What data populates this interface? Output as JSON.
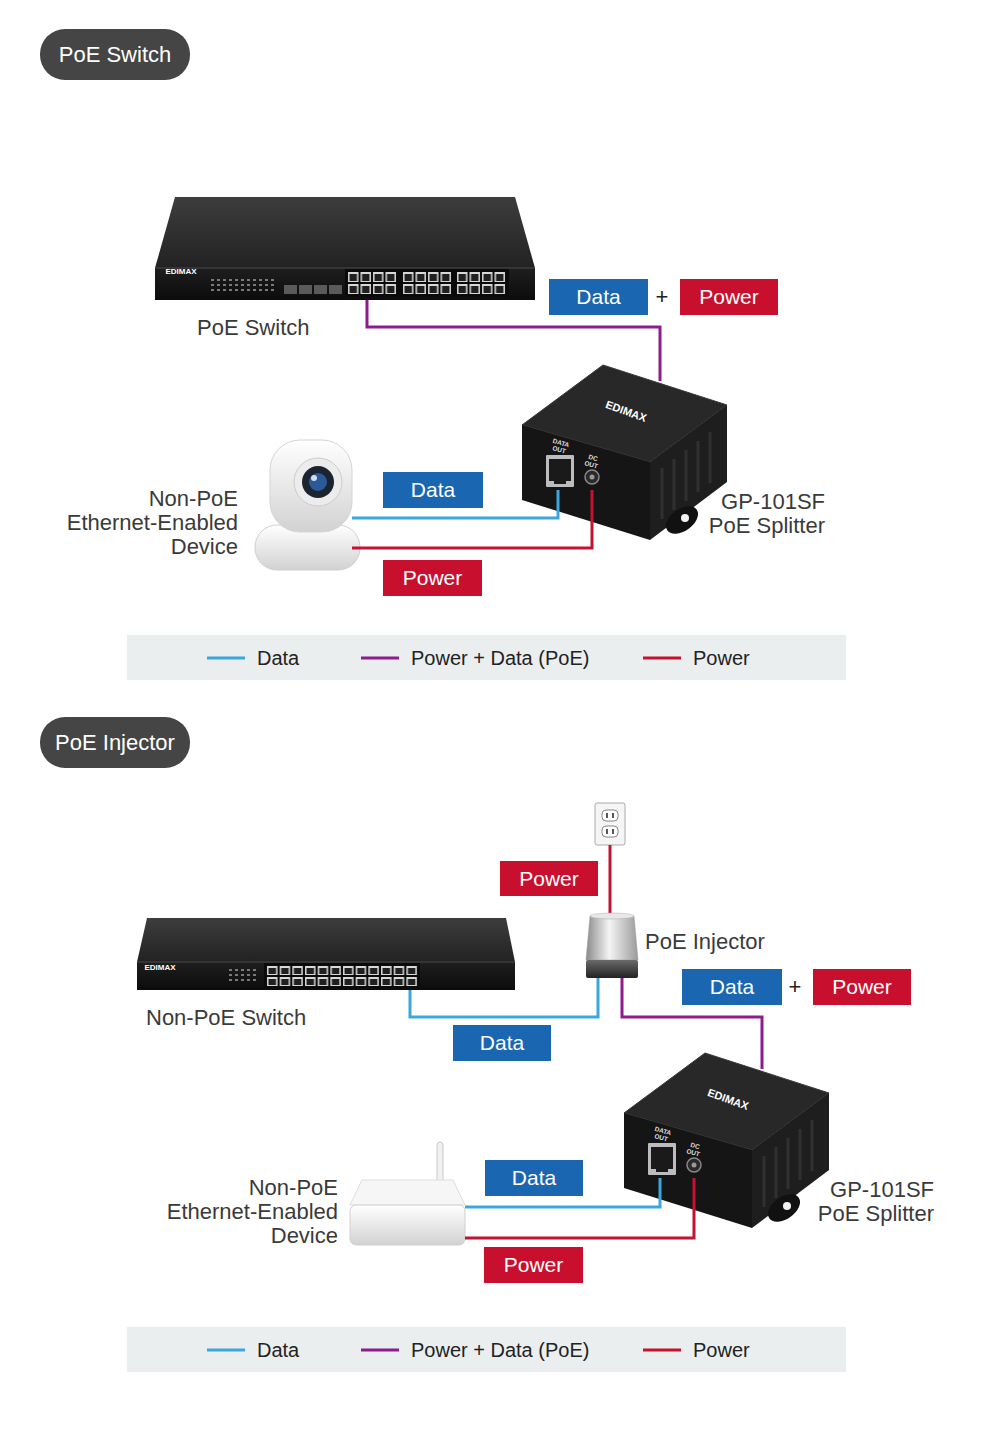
{
  "diagram": {
    "nodes": [
      {
        "text": [
          "PoE Switch"
        ]
      },
      {
        "text": [
          "PoE Switch"
        ]
      },
      {
        "text": [
          "GP-101SF PoE Splitter"
        ]
      },
      {
        "text": [
          "Non-PoE Ethernet-Enabled Device"
        ]
      },
      {
        "text": [
          "PoE Injector"
        ]
      },
      {
        "text": [
          "PoE Injector"
        ]
      },
      {
        "text": [
          "Non-PoE Switch"
        ]
      },
      {
        "text": [
          "GP-101SF PoE Splitter"
        ]
      },
      {
        "text": [
          "Non-PoE Ethernet-Enabled Device"
        ]
      }
    ],
    "edges": [
      {
        "from": 1,
        "to": 2,
        "arrow": "none"
      },
      {
        "from": 2,
        "to": 3,
        "label": "Data",
        "arrow": "none"
      },
      {
        "from": 2,
        "to": 3,
        "label": "Power",
        "arrow": "none"
      },
      {
        "from": 6,
        "to": 5,
        "label": "Data",
        "arrow": "none"
      },
      {
        "from": 5,
        "to": 7,
        "arrow": "none"
      },
      {
        "from": 7,
        "to": 8,
        "label": "Data",
        "arrow": "none"
      },
      {
        "from": 7,
        "to": 8,
        "label": "Power",
        "arrow": "none"
      }
    ],
    "labels": [
      "EDIMAX",
      "Data",
      "+",
      "Power",
      "EDIMAX",
      "DATA OUT",
      "DC OUT",
      "Power",
      "EDIMAX",
      "Data",
      "+",
      "Power",
      "EDIMAX",
      "DATA OUT",
      "DC OUT"
    ],
    "legend": [
      {
        "text": "Data"
      },
      {
        "text": "Power + Data (PoE)"
      },
      {
        "text": "Power"
      },
      {
        "text": "Data"
      },
      {
        "text": "Power + Data (PoE)"
      },
      {
        "text": "Power"
      }
    ]
  }
}
